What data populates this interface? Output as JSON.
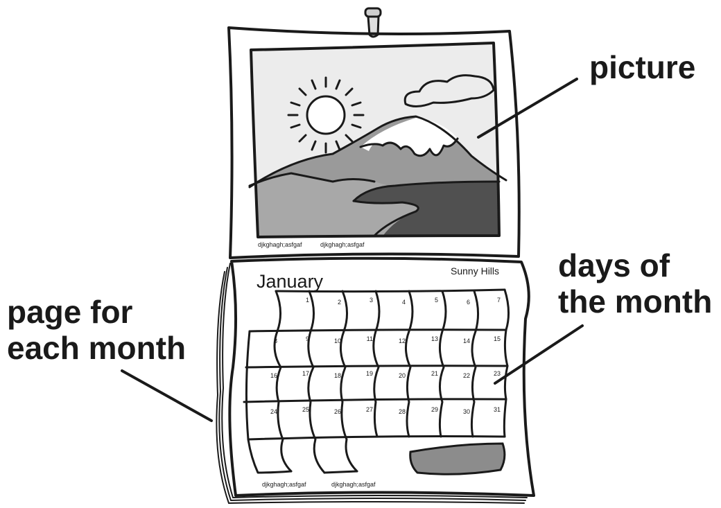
{
  "labels": {
    "picture": "picture",
    "days_line1": "days of",
    "days_line2": "the month",
    "page_line1": "page for",
    "page_line2": "each month"
  },
  "calendar": {
    "month": "January",
    "place": "Sunny Hills",
    "caption_top_left": "djkghagh;asfgaf",
    "caption_top_right": "djkghagh;asfgaf",
    "caption_bottom_left": "djkghagh;asfgaf",
    "caption_bottom_right": "djkghagh;asfgaf",
    "weeks": [
      [
        "",
        "1",
        "2",
        "3",
        "4",
        "5",
        "6",
        "7"
      ],
      [
        "8",
        "9",
        "10",
        "11",
        "12",
        "13",
        "14",
        "15"
      ],
      [
        "16",
        "17",
        "18",
        "19",
        "20",
        "21",
        "22",
        "23"
      ],
      [
        "24",
        "25",
        "26",
        "27",
        "28",
        "29",
        "30",
        "31"
      ]
    ]
  },
  "colors": {
    "sky": "#ececec",
    "far_mountain": "#9a9a9a",
    "snow": "#ffffff",
    "hills": "#a8a8a8",
    "lake": "#505050",
    "blot": "#8c8c8c",
    "ink": "#1a1a1a"
  }
}
